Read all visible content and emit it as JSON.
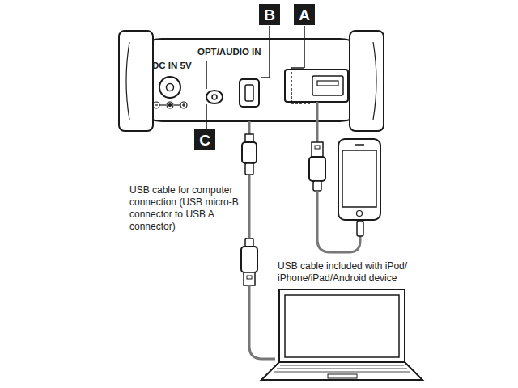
{
  "diagram": {
    "nodes": [
      {
        "text": [
          "B"
        ]
      },
      {
        "text": [
          "A"
        ]
      },
      {
        "text": [
          "C"
        ]
      }
    ],
    "labels": [
      "OPT/AUDIO IN",
      "DC IN 5V",
      "USB cable for computer connection (USB micro-B connector to USB A connector)",
      "USB cable included with iPod/ iPhone/iPad/Android device"
    ]
  }
}
